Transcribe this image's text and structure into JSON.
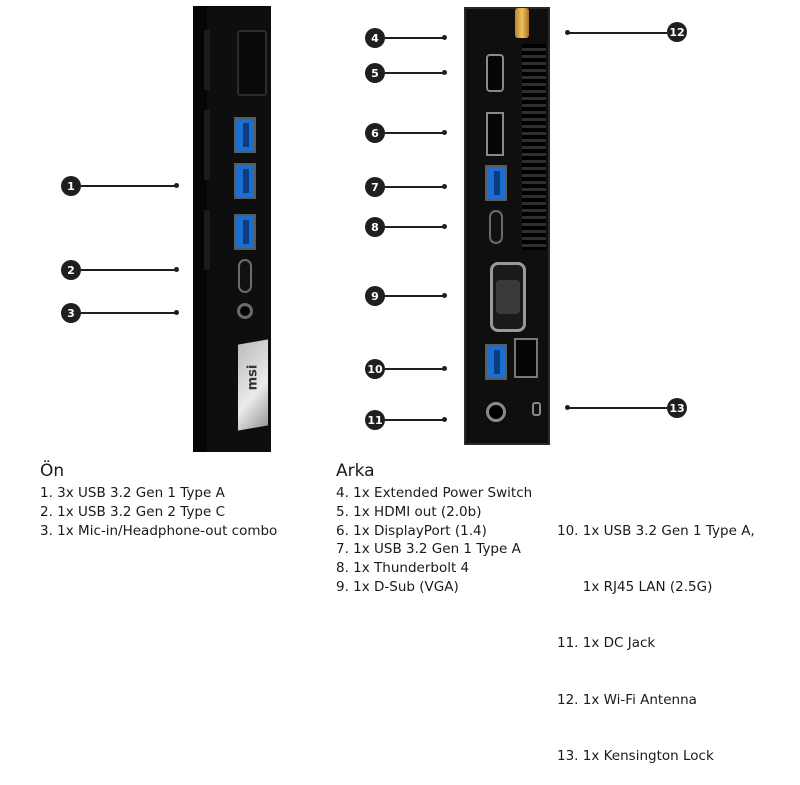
{
  "front": {
    "title": "Ön",
    "items": [
      "1. 3x USB 3.2 Gen 1 Type A",
      "2. 1x USB 3.2 Gen 2 Type C",
      "3. 1x Mic-in/Headphone-out combo"
    ],
    "brand": "msi"
  },
  "rear": {
    "title": "Arka",
    "items_col1": [
      "4. 1x Extended Power Switch",
      "5. 1x HDMI out (2.0b)",
      "6. 1x DisplayPort (1.4)",
      "7. 1x USB 3.2 Gen 1 Type A",
      "8. 1x Thunderbolt 4",
      "9.  1x D-Sub (VGA)"
    ],
    "items_col2": [
      "10. 1x USB 3.2 Gen 1 Type A,",
      "      1x RJ45 LAN (2.5G)",
      "11. 1x DC Jack",
      "12. 1x Wi-Fi Antenna",
      "13. 1x Kensington Lock"
    ]
  },
  "callouts": {
    "c1": "1",
    "c2": "2",
    "c3": "3",
    "c4": "4",
    "c5": "5",
    "c6": "6",
    "c7": "7",
    "c8": "8",
    "c9": "9",
    "c10": "10",
    "c11": "11",
    "c12": "12",
    "c13": "13"
  },
  "colors": {
    "usb_blue": "#1b6fd1",
    "body_black": "#0e0e0e",
    "callout": "#1f1f1f"
  }
}
